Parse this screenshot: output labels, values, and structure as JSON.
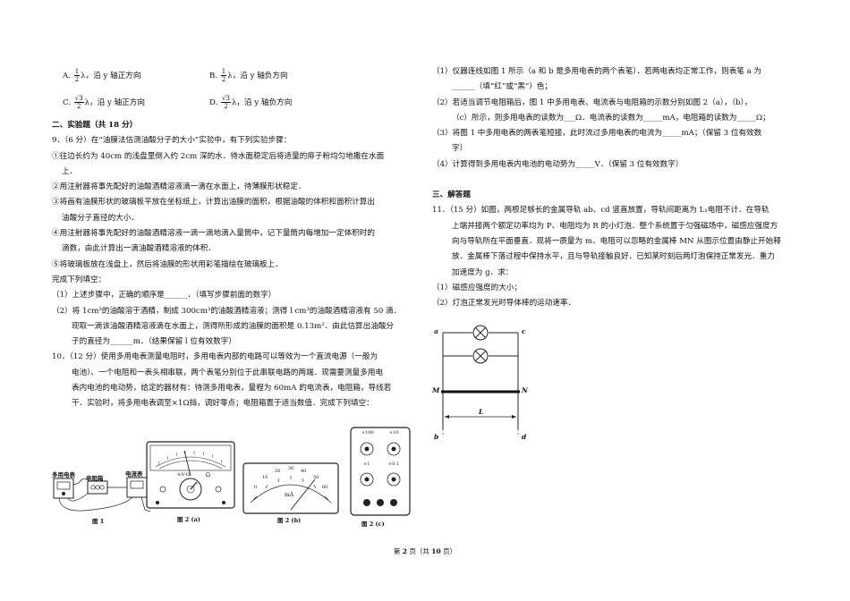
{
  "options": {
    "A": {
      "letter": "A.",
      "num": "1",
      "den": "2",
      "rest": "λ，沿 y 轴正方向"
    },
    "B": {
      "letter": "B.",
      "num": "1",
      "den": "2",
      "rest": "λ，沿 y 轴负方向"
    },
    "C": {
      "letter": "C.",
      "num": "√3",
      "den": "2",
      "rest": "λ，沿 y 轴正方向"
    },
    "D": {
      "letter": "D.",
      "num": "√3",
      "den": "2",
      "rest": "λ，沿 y 轴负方向"
    }
  },
  "section2_title": "二、实验题（共 18 分）",
  "q9": {
    "stem": "9．（6 分）在“油膜法估测油酸分子的大小”实验中，有下列实验步骤：",
    "s1a": "①往边长约为 40cm 的浅盘里倒入约 2cm 深的水．待水面稳定后将适量的痱子粉均匀地撒在水面",
    "s1b": "上．",
    "s2": "②用注射器将事先配好的油酸酒精溶液滴一滴在水面上，待薄膜形状稳定．",
    "s3a": "③将画有油膜形状的玻璃板平放在坐标纸上，计算出油膜的面积，根据油酸的体积和面积计算出",
    "s3b": "油酸分子直径的大小．",
    "s4a": "④用注射器将事先配好的油酸酒精溶液一滴一滴地滴入量筒中，记下量筒内每增加一定体积时的",
    "s4b": "滴数，由此计算出一滴油酸酒精溶液的体积．",
    "s5": "⑤将玻璃板放在浅盘上，然后将油膜的形状用彩笔描绘在玻璃板上．",
    "fill": "完成下列填空：",
    "p1": "（1）上述步骤中，正确的顺序是______．（填写步骤前面的数字）",
    "p2a": "（2）将 1cm³的油酸溶于酒精，制成 300cm³的油酸酒精溶液；测得 l cm³的油酸酒精溶液有 50 滴．",
    "p2b": "现取一滴该油酸酒精溶液滴在水面上，测得所形成的油膜的面积是 0.13m²．由此估算出油酸分",
    "p2c": "子的直径为______m．（结果保留 l 位有效数字）"
  },
  "q10": {
    "l1": "10．（12 分）使用多用电表测量电阻时，多用电表内部的电路可以等效为一个直流电源（一般为",
    "l2": "电池）、一个电阻和一表头相串联，两个表笔分别位于此串联电路的两端．现需要测量多用电",
    "l3": "表内电池的电动势，给定的器材有：待测多用电表，量程为 60mA 的电流表，电阻箱，导线若",
    "l4": "干．实验时，将多用电表调至×1Ω挡，调好零点；电阻箱置于适当数值．完成下列填空：",
    "r1a": "（1）仪器连线如图 1 所示（a 和 b 是多用电表的两个表笔）．若两电表均正常工作，则表笔 a 为",
    "r1b": "______（填“红”或“黑”）色；",
    "r2a": "（2）若适当调节电阻箱后，图 1 中多用电表、电流表与电阻箱的示数分别如图 2（a），（b），",
    "r2b": "（c）所示，则多用电表的读数为___Ω．电流表的读数为_____mA，电阻箱的读数为_____Ω；",
    "r3a": "（3）将图 1 中多用电表的两表笔短接，此时流过多用电表的电流为_____mA；（保留 3 位有效数",
    "r3b": "字）",
    "r4": "（4）计算得到多用电表内电池的电动势为_____V．（保留 3 位有效数字）"
  },
  "section3_title": "三、解答题",
  "q11": {
    "l1": "11．（15 分）如图，两根足够长的金属导轨 ab、cd 竖直放置，导轨间距离为 L₁电阻不计．在导轨",
    "l2": "上端并接两个额定功率均为 P、电阻均为 R 的小灯泡．整个系统置于匀强磁场中，磁感应强度方",
    "l3": "向与导轨所在平面垂直．现将一质量为 m、电阻可以忽略的金属棒 MN 从图示位置由静止开始释",
    "l4": "放．金属棒下落过程中保持水平，且与导轨接触良好．已知某时刻后两灯泡保持正常发光．重力",
    "l5": "加速度为 g．求：",
    "p1": "（1）磁感应强度的大小；",
    "p2": "（2）灯泡正常发光时导体棒的运动速率．"
  },
  "fig1": {
    "meter_label": "多用电表",
    "box_label": "电阻箱",
    "ammeter_label": "电流表",
    "caption": "图 1"
  },
  "fig2a": {
    "caption": "图 2 (a)",
    "dial_text": "A-V-Ω",
    "omega": "Ω"
  },
  "fig2b": {
    "caption": "图 2 (b)",
    "unit": "mA",
    "ticks": [
      "0",
      "10",
      "20",
      "30",
      "40",
      "50",
      "60"
    ]
  },
  "fig2c": {
    "caption": "图 2 (c)",
    "k1": "×100",
    "k2": "×10",
    "k3": "×1",
    "k4": "×0.1"
  },
  "fig11": {
    "a": "a",
    "b": "b",
    "c": "c",
    "d": "d",
    "M": "M",
    "N": "N",
    "L": "L"
  },
  "footer": {
    "pre": "第 ",
    "page": "2",
    "mid": " 页（共 ",
    "total": "10",
    "post": " 页）"
  }
}
